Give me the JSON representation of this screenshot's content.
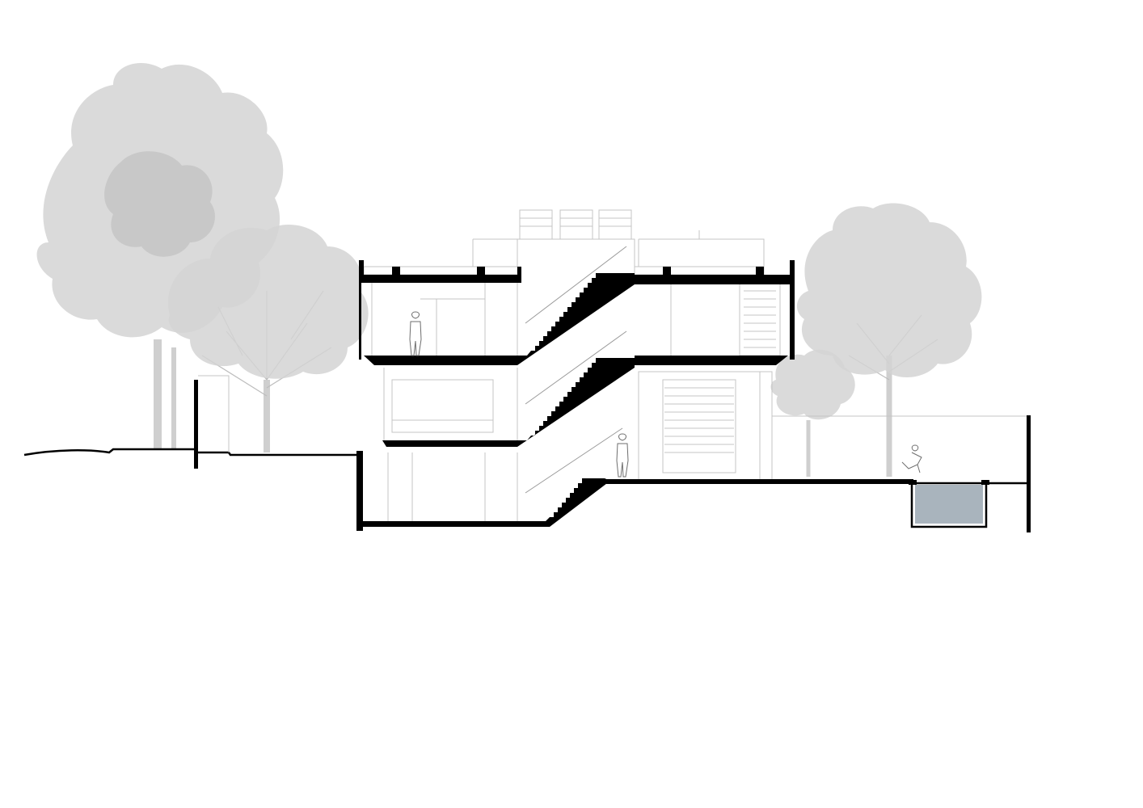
{
  "drawing": {
    "type": "architectural-section",
    "background_color": "#ffffff",
    "cut_color": "#000000",
    "projection_color": "#c4c4c4",
    "vegetation_color": "#d4d4d4",
    "pool_water_color": "#a9b4bd",
    "elements": [
      "tree-left-large",
      "tree-left-small",
      "tree-right",
      "tree-right-small",
      "house-section",
      "staircase",
      "roof-water-tanks",
      "pool",
      "retaining-wall",
      "human-figures"
    ]
  }
}
